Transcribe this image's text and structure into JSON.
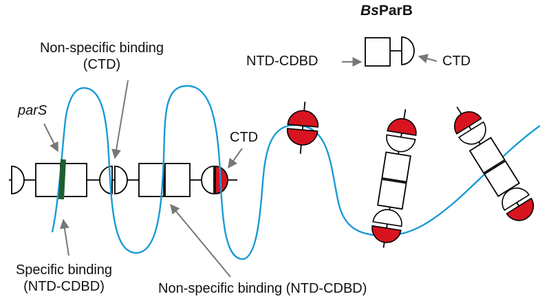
{
  "title": {
    "prefix": "Bs",
    "suffix": "ParB"
  },
  "legend": {
    "ntd_label": "NTD-CDBD",
    "ctd_label": "CTD"
  },
  "labels": {
    "parS": "parS",
    "nonspecific_ctd_line1": "Non-specific binding",
    "nonspecific_ctd_line2": "(CTD)",
    "ctd": "CTD",
    "specific_line1": "Specific binding",
    "specific_line2": "(NTD-CDBD)",
    "nonspecific_ntd": "Non-specific binding (NTD-CDBD)"
  },
  "colors": {
    "dna": "#1a9ad6",
    "ctd_bound": "#d7141f",
    "pars": "#1f5e2e",
    "arrow": "#777777",
    "outline": "#000000"
  }
}
